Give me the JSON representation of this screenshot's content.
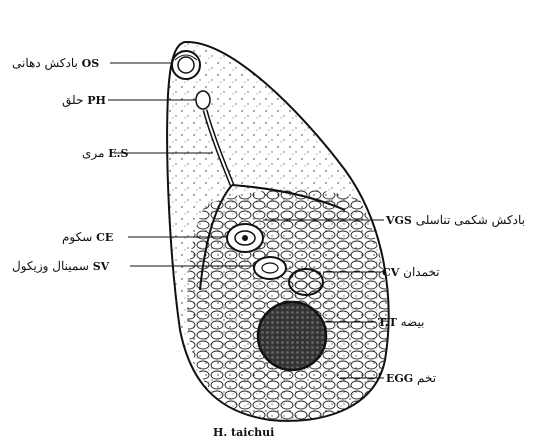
{
  "labels": {
    "os": {
      "code": "OS",
      "text": "بادکش دهانی"
    },
    "ph": {
      "code": "PH",
      "text": "حلق"
    },
    "es": {
      "code": "E.S",
      "text": "مری"
    },
    "ce": {
      "code": "CE",
      "text": "سکوم"
    },
    "sv": {
      "code": "SV",
      "text": "سمینال وزیکول"
    },
    "vgs": {
      "code": "VGS",
      "text": "بادکش شکمی تناسلی"
    },
    "cv": {
      "code": "CV",
      "text": "تخمدان"
    },
    "tt": {
      "code": "T.T",
      "text": "بیضه"
    },
    "egg": {
      "code": "EGG",
      "text": "تخم"
    }
  },
  "caption": "H. taichui",
  "colors": {
    "ink": "#111111",
    "paper": "#ffffff"
  }
}
